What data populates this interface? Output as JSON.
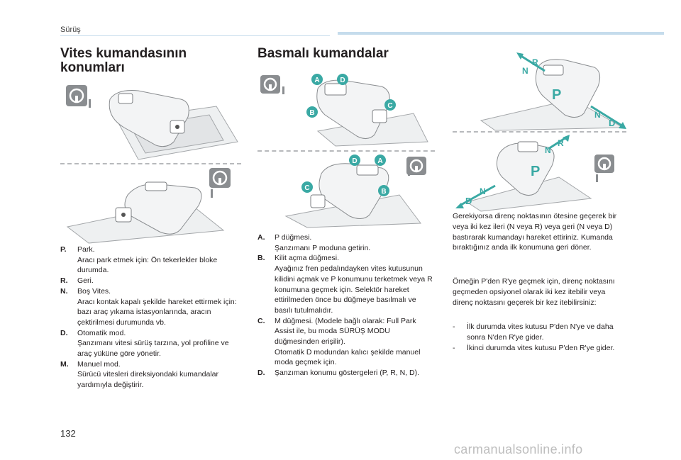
{
  "header": {
    "section": "Sürüş"
  },
  "left": {
    "title": "Vites kumandasının konumları",
    "items": [
      {
        "key": "P.",
        "text": "Park.\nAracı park etmek için: Ön tekerlekler bloke durumda."
      },
      {
        "key": "R.",
        "text": "Geri."
      },
      {
        "key": "N.",
        "text": "Boş Vites.\nAracı kontak kapalı şekilde hareket ettirmek için: bazı araç yıkama istasyonlarında, aracın çektirilmesi durumunda vb."
      },
      {
        "key": "D.",
        "text": "Otomatik mod.\nŞanzımanı vitesi sürüş tarzına, yol profiline ve araç yüküne göre yönetir."
      },
      {
        "key": "M.",
        "text": "Manuel mod.\nSürücü vitesleri direksiyondaki kumandalar yardımıyla değiştirir."
      }
    ]
  },
  "middle": {
    "title": "Basmalı kumandalar",
    "callouts": [
      "A",
      "B",
      "C",
      "D"
    ],
    "items": [
      {
        "key": "A.",
        "text": "P düğmesi.\nŞanzımanı P moduna getirin."
      },
      {
        "key": "B.",
        "text": "Kilit açma düğmesi.\nAyağınız fren pedalındayken vites kutusunun kilidini açmak ve P konumunu terketmek veya R konumuna geçmek için. Selektör hareket ettirilmeden önce bu düğmeye basılmalı ve basılı tutulmalıdır."
      },
      {
        "key": "C.",
        "text": "M düğmesi. (Modele bağlı olarak: Full Park Assist ile, bu moda SÜRÜŞ MODU düğmesinden erişilir).\nOtomatik D modundan kalıcı şekilde manuel moda geçmek için."
      },
      {
        "key": "D.",
        "text": "Şanzıman konumu göstergeleri (P, R, N, D)."
      }
    ]
  },
  "right": {
    "fig_labels": [
      "N",
      "R",
      "P",
      "N",
      "D"
    ],
    "para1": "Gerekiyorsa direnç noktasının ötesine geçerek bir veya iki kez ileri (N veya R) veya geri (N veya D) bastırarak kumandayı hareket ettiriniz. Kumanda bıraktığınız anda ilk konumuna geri döner.",
    "para2": "Örneğin P'den R'ye geçmek için, direnç noktasını geçmeden opsiyonel olarak iki kez itebilir veya direnç noktasını geçerek bir kez itebilirsiniz:",
    "bullets": [
      "İlk durumda vites kutusu P'den N'ye ve daha sonra N'den R'ye gider.",
      "İkinci durumda vites kutusu P'den R'ye gider."
    ]
  },
  "footer": {
    "page_number": "132",
    "watermark": "carmanualsonline.info"
  },
  "colors": {
    "accent": "#3aa9a4",
    "header_bar": "#c5dcec",
    "divider": "#b7b9bc"
  }
}
